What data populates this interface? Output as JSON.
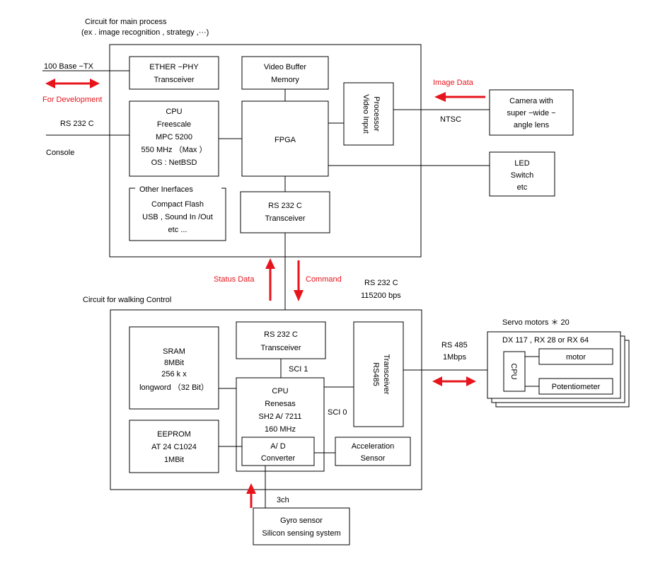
{
  "main_title": {
    "line1": "Circuit for main process",
    "line2": "(ex . image recognition  , strategy ,···)"
  },
  "left_labels": {
    "ethernet": "100 Base −TX",
    "for_development": "For Development",
    "rs232c": "RS 232 C",
    "console": "Console"
  },
  "ether_phy": {
    "line1": "ETHER −PHY",
    "line2": "Transceiver"
  },
  "video_buffer": {
    "line1": "Video Buffer",
    "line2": "Memory"
  },
  "cpu_main": {
    "line1": "CPU",
    "line2": "Freescale",
    "line3": "MPC 5200",
    "line4": "550 MHz （Max ）",
    "line5": "OS : NetBSD"
  },
  "fpga": {
    "label": "FPGA"
  },
  "video_input": {
    "line1": "Video Input",
    "line2": "Processor"
  },
  "other_interfaces": {
    "title": "Other Inerfaces",
    "line1": "Compact Flash",
    "line2": "USB , Sound In  /Out",
    "line3": "etc ..."
  },
  "rs232c_main": {
    "line1": "RS 232 C",
    "line2": "Transceiver"
  },
  "image_data": "Image Data",
  "ntsc": "NTSC",
  "camera": {
    "line1": "Camera with",
    "line2": "super −wide −",
    "line3": "angle lens"
  },
  "led": {
    "line1": "LED",
    "line2": "Switch",
    "line3": "etc"
  },
  "status_data": "Status Data",
  "command": "Command",
  "rs232c_link": {
    "line1": "RS 232 C",
    "line2": "115200  bps"
  },
  "walking_title": "Circuit for walking Control",
  "sram": {
    "line1": "SRAM",
    "line2": "8MBit",
    "line3": "256 k x",
    "line4": "longword （32 Bit）"
  },
  "rs232c_walk": {
    "line1": "RS 232 C",
    "line2": "Transceiver"
  },
  "rs485": {
    "line1": "RS485",
    "line2": "Transceiver"
  },
  "sci1": "SCI 1",
  "sci0": "SCI 0",
  "cpu_walk": {
    "line1": "CPU",
    "line2": "Renesas",
    "line3": "SH2 A/ 7211",
    "line4": "160 MHz"
  },
  "eeprom": {
    "line1": "EEPROM",
    "line2": "AT 24 C1024",
    "line3": "1MBit"
  },
  "ad": {
    "line1": "A/ D",
    "line2": "Converter"
  },
  "accel": {
    "line1": "Acceleration",
    "line2": "Sensor"
  },
  "rs485_link": {
    "line1": "RS 485",
    "line2": "1Mbps"
  },
  "servo": {
    "title": "Servo motors   ＊ 20",
    "header": "DX 117 , RX 28  or RX 64",
    "cpu": "CPU",
    "motor": "motor",
    "pot": "Potentiometer"
  },
  "three_ch": "3ch",
  "gyro": {
    "line1": "Gyro sensor",
    "line2": "Silicon sensing system"
  }
}
